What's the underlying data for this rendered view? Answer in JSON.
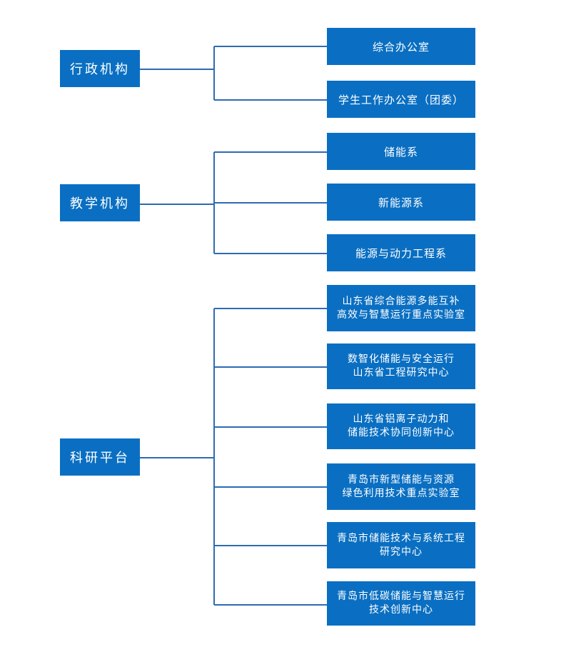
{
  "diagram": {
    "categories": {
      "admin": "行政机构",
      "teaching": "教学机构",
      "research": "科研平台"
    },
    "units": {
      "admin": [
        [
          "综合办公室"
        ],
        [
          "学生工作办公室（团委）"
        ]
      ],
      "teaching": [
        [
          "储能系"
        ],
        [
          "新能源系"
        ],
        [
          "能源与动力工程系"
        ]
      ],
      "research": [
        [
          "山东省综合能源多能互补",
          "高效与智慧运行重点实验室"
        ],
        [
          "数智化储能与安全运行",
          "山东省工程研究中心"
        ],
        [
          "山东省铝离子动力和",
          "储能技术协同创新中心"
        ],
        [
          "青岛市新型储能与资源",
          "绿色利用技术重点实验室"
        ],
        [
          "青岛市储能技术与系统工程",
          "研究中心"
        ],
        [
          "青岛市低碳储能与智慧运行",
          "技术创新中心"
        ]
      ]
    },
    "colors": {
      "box": "#0a6fc2",
      "text": "#ffffff",
      "connector": "#2d6bb1"
    }
  }
}
